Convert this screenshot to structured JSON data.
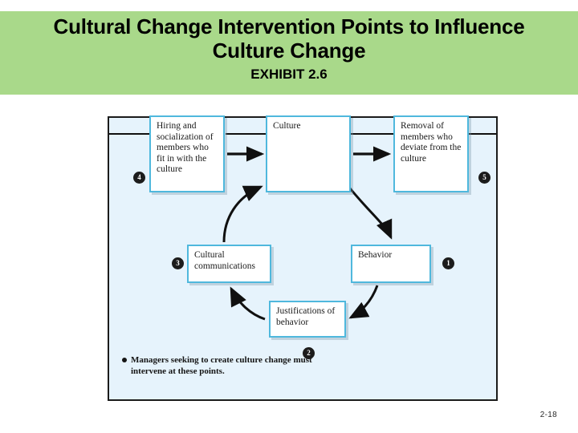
{
  "slide": {
    "title_line1": "Cultural Change Intervention Points to Influence",
    "title_line2": "Culture Change",
    "exhibit_label": "EXHIBIT 2.6",
    "footer_page": "2-18",
    "band_color": "#a9d98a",
    "panel_color": "#e6f3fc",
    "box_border_color": "#4fb8dd",
    "badge_color": "#1c1c1c"
  },
  "diagram": {
    "boxes": [
      {
        "id": "hiring",
        "label": "Hiring and socialization of members who fit in with the culture",
        "badge": "4"
      },
      {
        "id": "culture",
        "label": "Culture",
        "badge": ""
      },
      {
        "id": "removal",
        "label": "Removal of members who deviate from the culture",
        "badge": "5"
      },
      {
        "id": "comms",
        "label": "Cultural communications",
        "badge": "3"
      },
      {
        "id": "behavior",
        "label": "Behavior",
        "badge": "1"
      },
      {
        "id": "just",
        "label": "Justifications of behavior",
        "badge": "2"
      }
    ],
    "badges": {
      "b1": "1",
      "b2": "2",
      "b3": "3",
      "b4": "4",
      "b5": "5"
    },
    "legend": "Managers seeking to create culture change must intervene at these points."
  }
}
